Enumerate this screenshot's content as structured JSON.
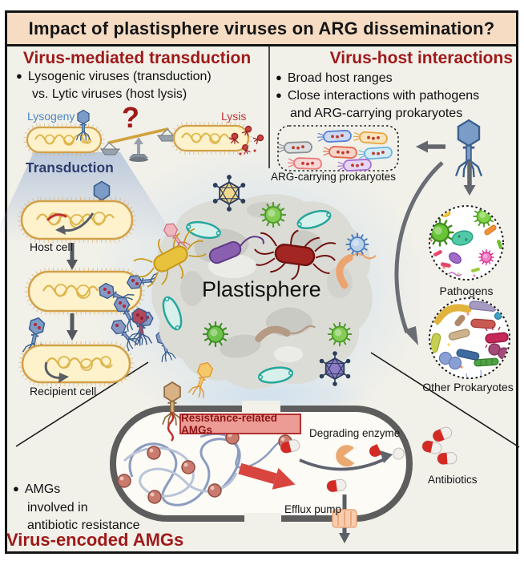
{
  "glyphs": {
    "bullet": "●",
    "question_mark": "?"
  },
  "title": "Impact of plastisphere viruses on ARG dissemination?",
  "left": {
    "heading": "Virus-mediated transduction",
    "bullet_line1": "Lysogenic viruses (transduction)",
    "bullet_line2": "vs. Lytic viruses (host lysis)",
    "lysogeny": "Lysogeny",
    "lysis": "Lysis",
    "transduction": "Transduction",
    "host_cell": "Host cell",
    "recipient_cell": "Recipient cell"
  },
  "right": {
    "heading": "Virus-host interactions",
    "bullet1": "Broad host ranges",
    "bullet2_line1": "Close interactions with pathogens",
    "bullet2_line2": "and ARG-carrying prokaryotes",
    "arg_box": "ARG-carrying prokaryotes",
    "pathogens": "Pathogens",
    "other_prokaryotes": "Other Prokaryotes"
  },
  "center": {
    "plastisphere": "Plastisphere"
  },
  "bottom": {
    "amg_box": "Resistance-related AMGs",
    "degrading_enzyme": "Degrading enzyme",
    "efflux_pump": "Efflux pump",
    "antibiotics": "Antibiotics",
    "bullet_line1": "AMGs",
    "bullet_line2": "involved in",
    "bullet_line3": "antibiotic resistance",
    "heading": "Virus-encoded AMGs"
  },
  "colors": {
    "heading_red": "#9e1a1a",
    "title_bg": "#f5dcc3",
    "lysogeny_blue": "#4c86c0",
    "lysis_red": "#c03535",
    "transduction_navy": "#2d3b6e",
    "amg_box_bg": "#ec9b95",
    "amg_box_border": "#b23030",
    "membrane_gray": "#5d5d5d",
    "background": "#f1f0e9"
  }
}
